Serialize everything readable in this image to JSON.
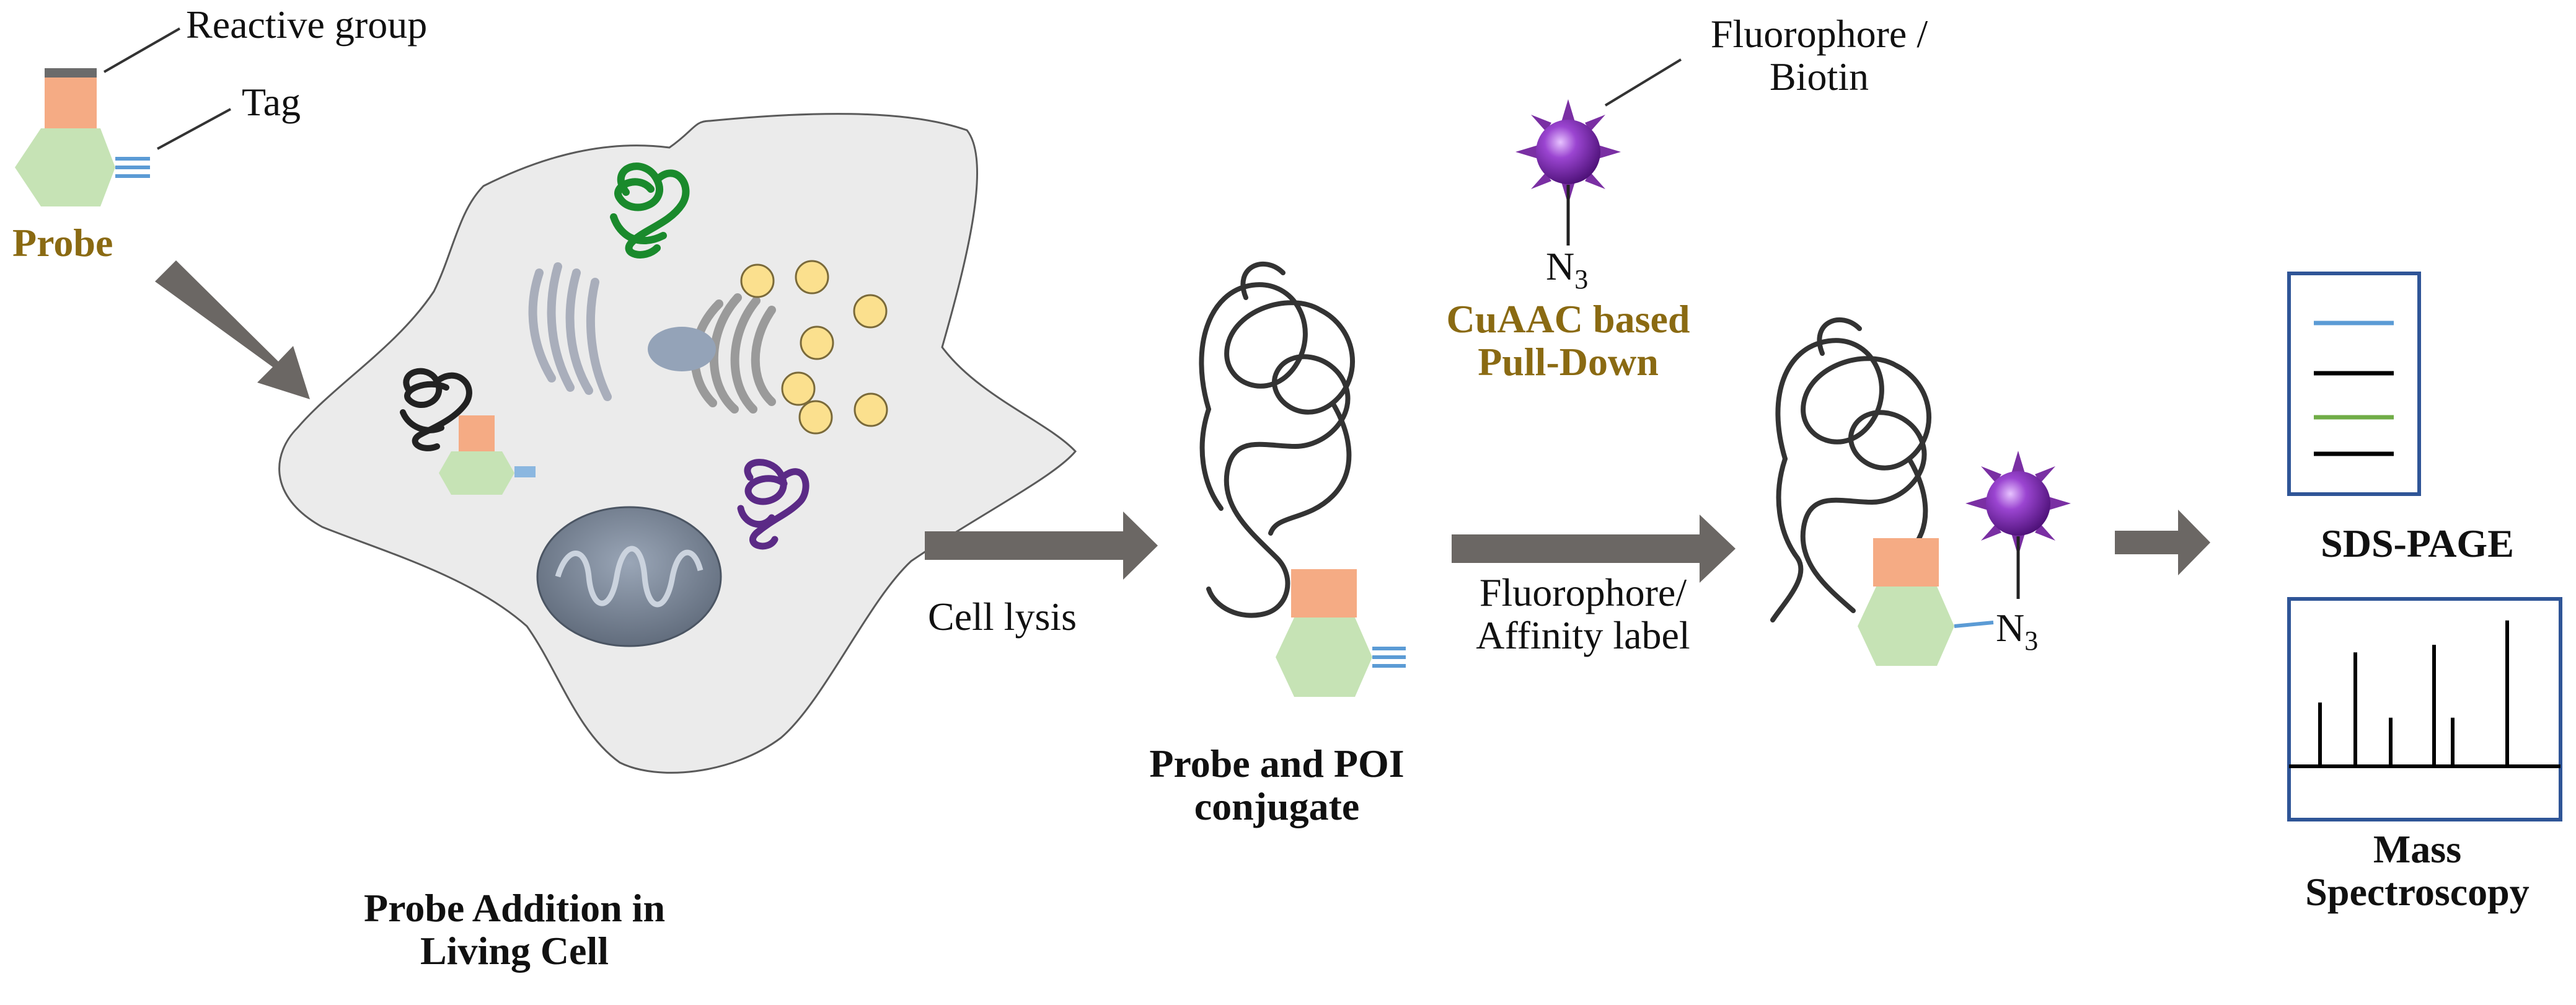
{
  "labels": {
    "reactive_group": "Reactive group",
    "tag": "Tag",
    "probe": "Probe",
    "fluorophore_biotin_1": "Fluorophore /",
    "fluorophore_biotin_2": "Biotin",
    "n3_top": "N",
    "n3_top_sub": "3",
    "cuaac_1": "CuAAC based",
    "cuaac_2": "Pull-Down",
    "cell_lysis": "Cell lysis",
    "fluorophore_affinity_1": "Fluorophore/",
    "fluorophore_affinity_2": "Affinity label",
    "n3_right": "N",
    "n3_right_sub": "3",
    "probe_poi_1": "Probe and POI",
    "probe_poi_2": "conjugate",
    "probe_addition_1": "Probe Addition in",
    "probe_addition_2": "Living Cell",
    "sds_page": "SDS-PAGE",
    "mass_1": "Mass",
    "mass_2": "Spectroscopy"
  },
  "colors": {
    "reactive_group": "#f5ab84",
    "tag_body": "#c6e3b5",
    "tag_lines": "#5b9bd5",
    "arrow": "#6b6764",
    "cell": "#ebebeb",
    "fluorophore": "#7a2fa3",
    "label_gold": "#8a6a12",
    "panel_border": "#2f5597",
    "gel_band_blue": "#5b9bd5",
    "gel_band_green": "#70ad47"
  },
  "gel_bands": [
    "blue",
    "black",
    "green",
    "black"
  ],
  "mass_peaks": [
    0.42,
    0.75,
    0.32,
    0.8,
    0.32,
    0.96
  ]
}
